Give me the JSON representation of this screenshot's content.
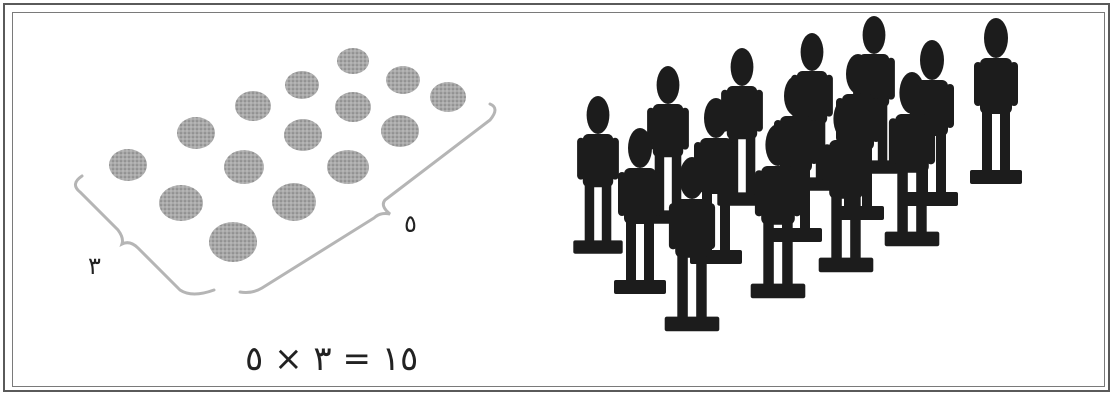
{
  "labels": {
    "rows": "٣",
    "columns": "٥",
    "equation": "١٥ = ٣ × ٥"
  },
  "colors": {
    "frame": "#5a5a5a",
    "dot": "#9a9a9a",
    "bracket": "#b5b5b5",
    "soldier": "#1c1c1c"
  },
  "illustration": {
    "dot_grid": {
      "rows": 3,
      "columns": 5,
      "total": 15
    },
    "soldiers": {
      "rows": 3,
      "columns": 5,
      "total": 15
    }
  }
}
